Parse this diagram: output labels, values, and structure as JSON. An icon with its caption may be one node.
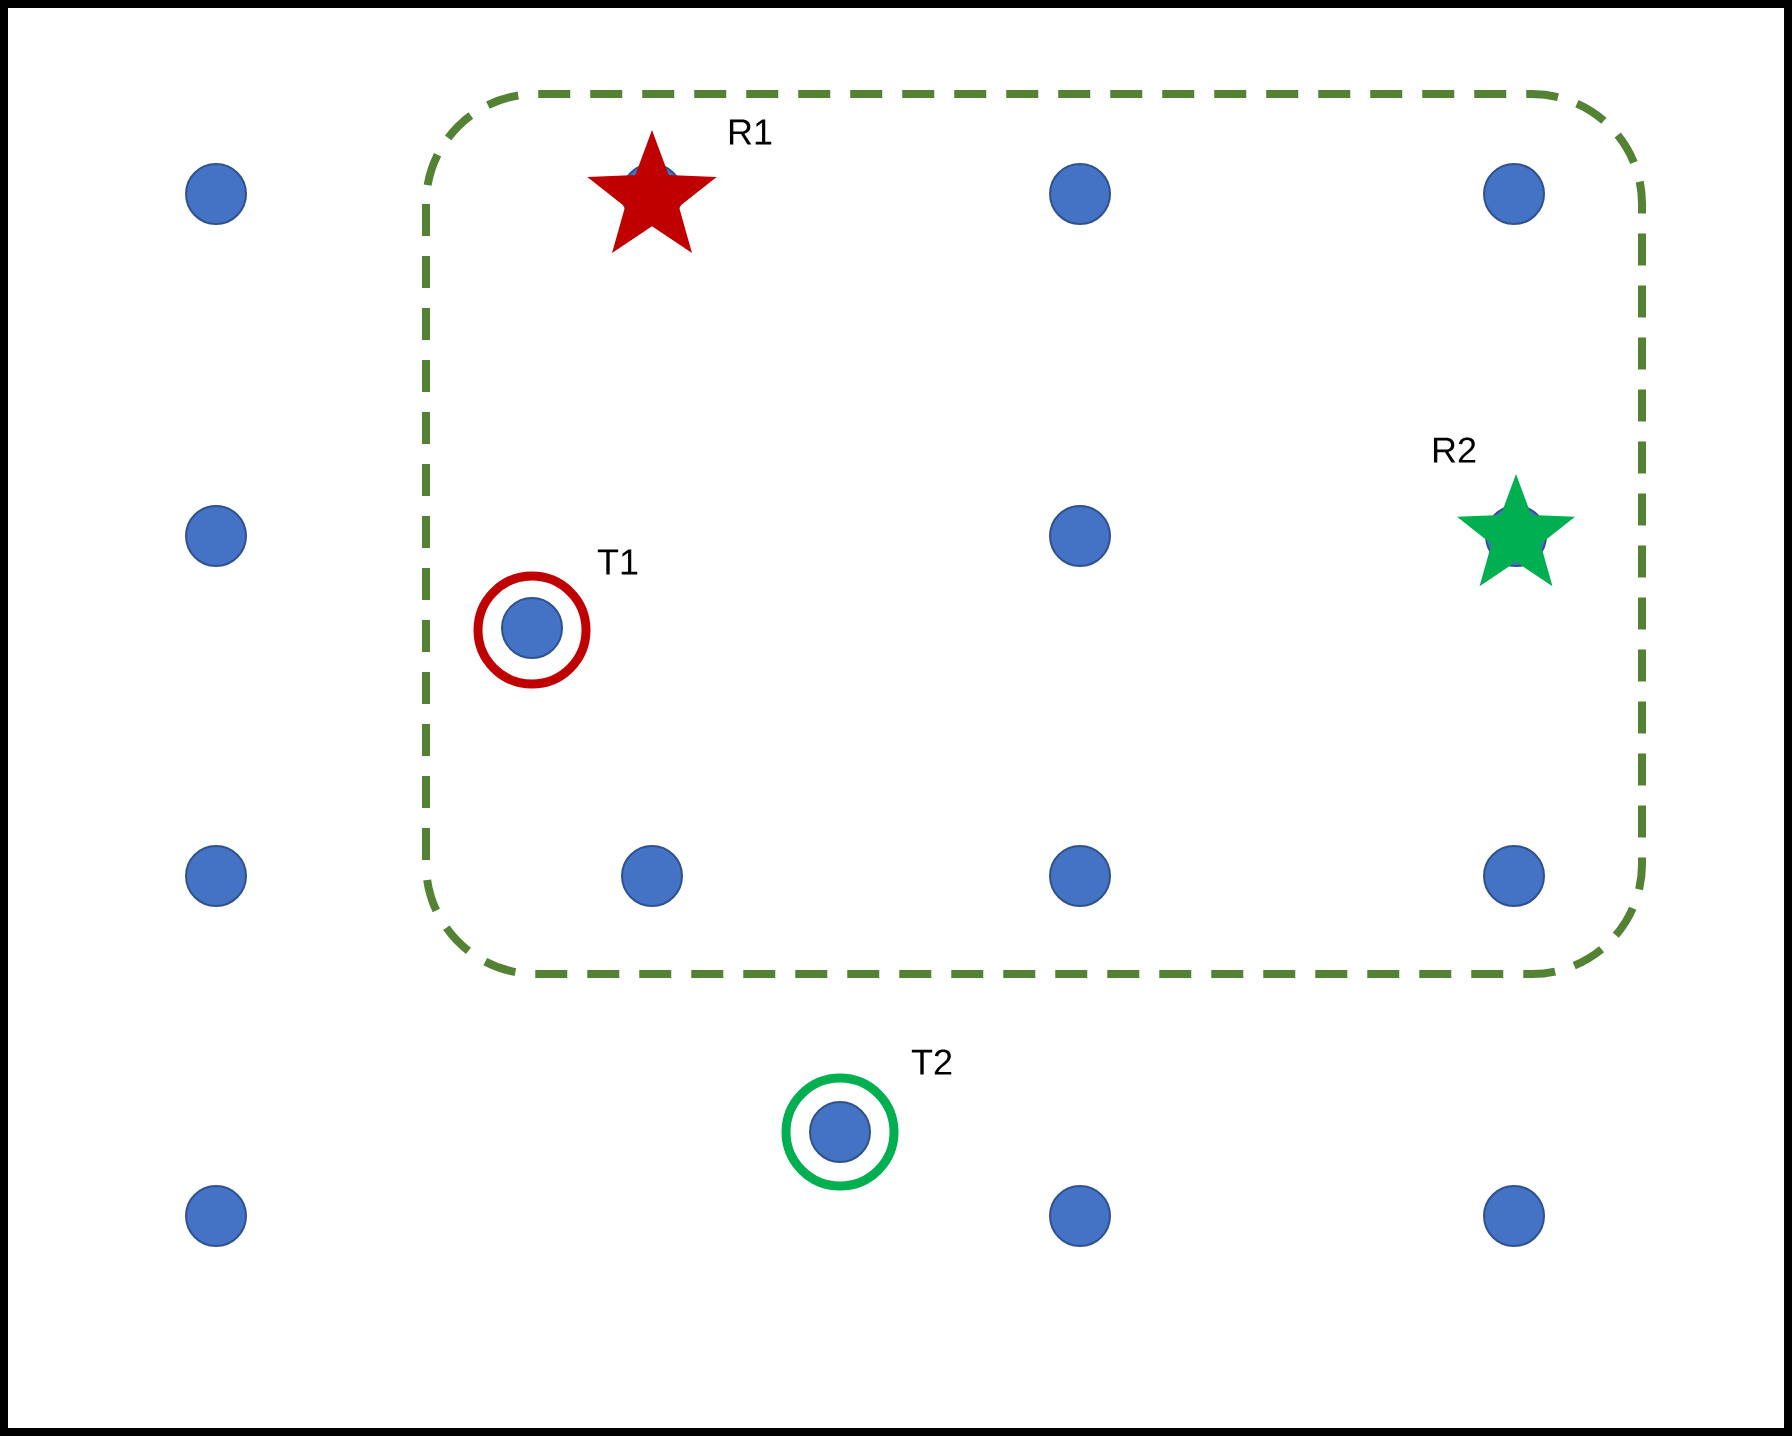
{
  "diagram": {
    "labels": [
      "R1",
      "R2",
      "T1",
      "T2"
    ]
  }
}
